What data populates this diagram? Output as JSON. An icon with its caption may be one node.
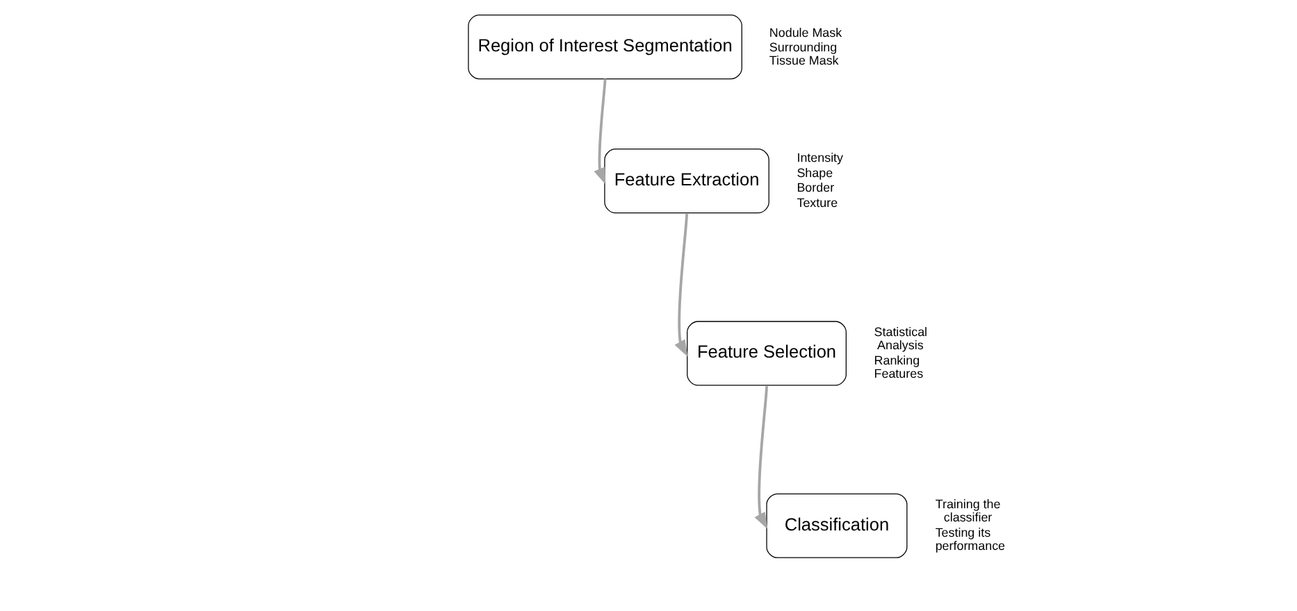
{
  "diagram": {
    "nodes": [
      {
        "text": [
          "Region of Interest Segmentation"
        ],
        "beside": [
          "Nodule Mask",
          "Surrounding Tissue Mask"
        ]
      },
      {
        "text": [
          "Feature Extraction"
        ],
        "beside": [
          "Intensity",
          "Shape",
          "Border",
          "Texture"
        ]
      },
      {
        "text": [
          "Feature Selection"
        ],
        "beside": [
          "Statistical Analysis",
          "Ranking Features"
        ]
      },
      {
        "text": [
          "Classification"
        ],
        "beside": [
          "Training the classifier",
          "Testing its performance"
        ]
      }
    ],
    "edges": [
      {
        "from": 0,
        "to": 1,
        "arrow": "to"
      },
      {
        "from": 1,
        "to": 2,
        "arrow": "to"
      },
      {
        "from": 2,
        "to": 3,
        "arrow": "to"
      }
    ]
  }
}
